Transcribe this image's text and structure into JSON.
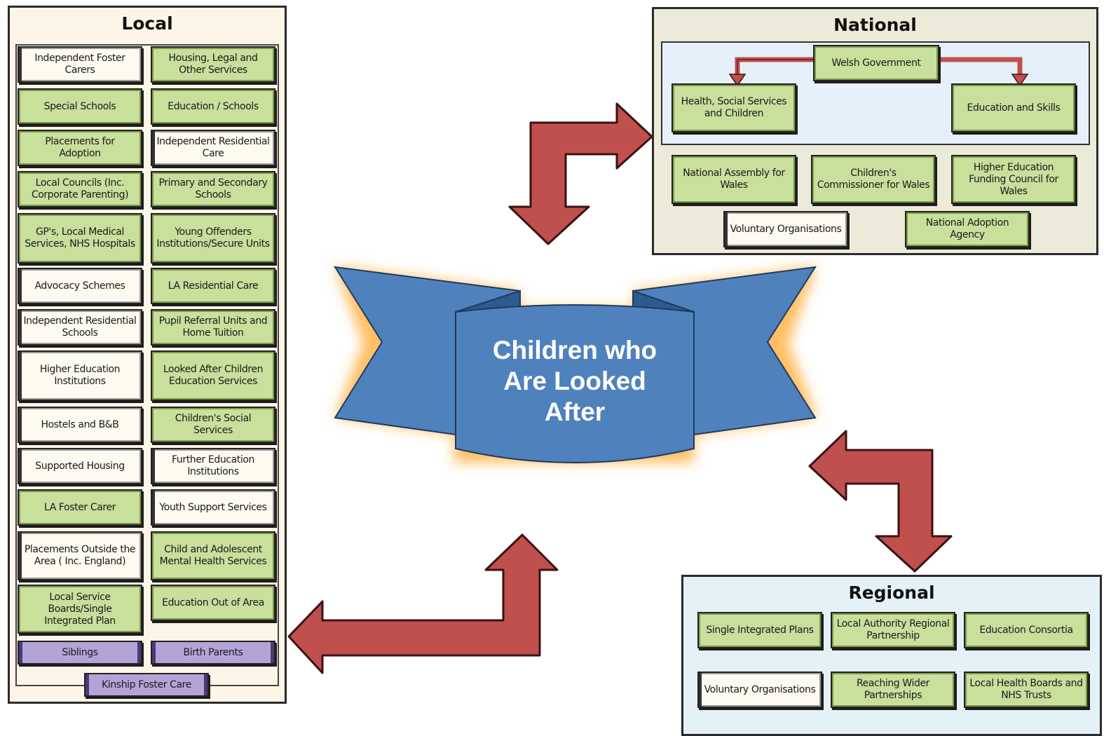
{
  "local": {
    "title": "Local",
    "items": [
      {
        "label": "Independent Foster Carers",
        "style": "cream"
      },
      {
        "label": "Housing, Legal and Other Services",
        "style": "green"
      },
      {
        "label": "Special Schools",
        "style": "green"
      },
      {
        "label": "Education / Schools",
        "style": "green"
      },
      {
        "label": "Placements for Adoption",
        "style": "green"
      },
      {
        "label": "Independent Residential Care",
        "style": "cream"
      },
      {
        "label": "Local Councils (Inc. Corporate Parenting)",
        "style": "green"
      },
      {
        "label": "Primary and Secondary Schools",
        "style": "green"
      },
      {
        "label": "GP's, Local Medical Services, NHS Hospitals",
        "style": "green"
      },
      {
        "label": "Young Offenders Institutions/Secure Units",
        "style": "green"
      },
      {
        "label": "Advocacy Schemes",
        "style": "cream"
      },
      {
        "label": "LA Residential Care",
        "style": "green"
      },
      {
        "label": "Independent Residential Schools",
        "style": "cream"
      },
      {
        "label": "Pupil Referral Units and Home Tuition",
        "style": "green"
      },
      {
        "label": "Higher Education Institutions",
        "style": "cream"
      },
      {
        "label": "Looked After Children Education Services",
        "style": "green"
      },
      {
        "label": "Hostels and B&B",
        "style": "cream"
      },
      {
        "label": "Children's Social Services",
        "style": "green"
      },
      {
        "label": "Supported Housing",
        "style": "cream"
      },
      {
        "label": "Further Education Institutions",
        "style": "cream"
      },
      {
        "label": "LA Foster Carer",
        "style": "green"
      },
      {
        "label": "Youth Support Services",
        "style": "cream"
      },
      {
        "label": "Placements Outside the Area ( Inc. England)",
        "style": "cream"
      },
      {
        "label": "Child and Adolescent Mental Health Services",
        "style": "green"
      },
      {
        "label": "Local Service Boards/Single Integrated Plan",
        "style": "green"
      },
      {
        "label": "Education Out of Area",
        "style": "green"
      },
      {
        "label": "Siblings",
        "style": "purple"
      },
      {
        "label": "Birth Parents",
        "style": "purple"
      },
      {
        "label": "Kinship Foster Care",
        "style": "purple"
      }
    ]
  },
  "national": {
    "title": "National",
    "items": [
      {
        "label": "Welsh Government",
        "style": "green"
      },
      {
        "label": "Health, Social Services and Children",
        "style": "green"
      },
      {
        "label": "Education and Skills",
        "style": "green"
      },
      {
        "label": "National Assembly for Wales",
        "style": "green"
      },
      {
        "label": "Children's Commissioner for Wales",
        "style": "green"
      },
      {
        "label": "Higher Education Funding Council for Wales",
        "style": "green"
      },
      {
        "label": "Voluntary Organisations",
        "style": "cream"
      },
      {
        "label": "National Adoption Agency",
        "style": "green"
      }
    ]
  },
  "regional": {
    "title": "Regional",
    "items": [
      {
        "label": "Single Integrated Plans",
        "style": "green"
      },
      {
        "label": "Local Authority Regional Partnership",
        "style": "green"
      },
      {
        "label": "Education Consortia",
        "style": "green"
      },
      {
        "label": "Voluntary Organisations",
        "style": "cream"
      },
      {
        "label": "Reaching Wider Partnerships",
        "style": "green"
      },
      {
        "label": "Local Health Boards and NHS Trusts",
        "style": "green"
      }
    ]
  },
  "center": {
    "lines": [
      "Children who",
      "Are Looked",
      "After"
    ]
  },
  "colors": {
    "box_green": "#c9df9c",
    "box_cream": "#fffaf0",
    "box_purple": "#b4a3d6",
    "arrow_red": "#c0504d",
    "banner_blue": "#4f81bd",
    "local_bg": "#fdf6e8",
    "national_bg": "#ecead8",
    "national_inner_bg": "#e6f0fb",
    "regional_bg": "#e4f1f7"
  }
}
